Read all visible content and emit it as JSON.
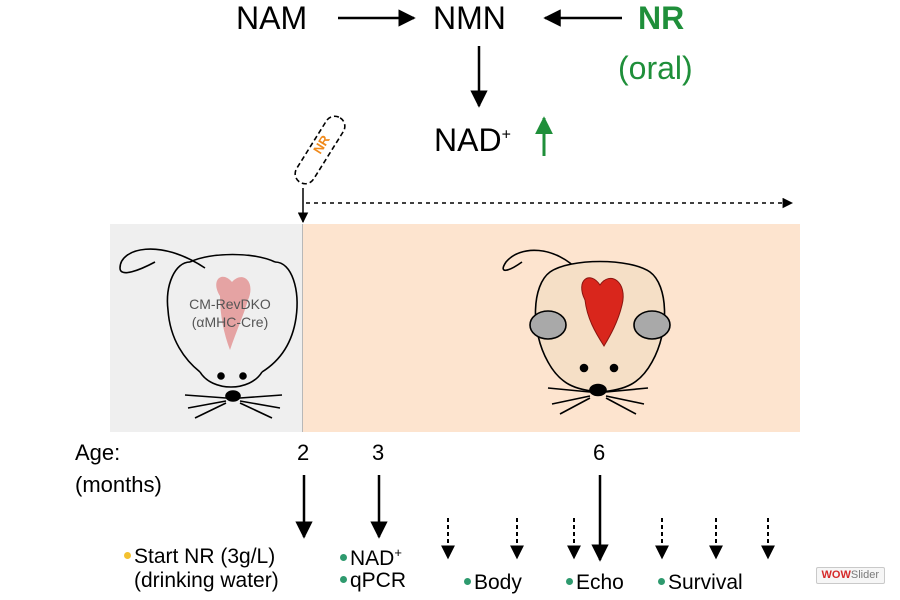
{
  "pathway": {
    "nam": "NAM",
    "nmn": "NMN",
    "nr": "NR",
    "oral": "(oral)",
    "nad": "NAD",
    "nad_sup": "+"
  },
  "capsule_label": "NR",
  "mouse_left": {
    "line1": "CM-RevDKO",
    "line2": "(αMHC-Cre)"
  },
  "age_label": {
    "line1": "Age:",
    "line2": "(months)"
  },
  "ticks": [
    "2",
    "3",
    "6"
  ],
  "legend": {
    "start_line1": "Start NR (3g/L)",
    "start_line2": "(drinking water)",
    "nad": "NAD",
    "nad_sup": "+",
    "qpcr": "qPCR",
    "body": "Body",
    "echo": "Echo",
    "survival": "Survival"
  },
  "watermark": {
    "brand_red": "WOW",
    "brand_rest": "Slider"
  },
  "colors": {
    "green": "#1f8f3a",
    "orange_capsule_text": "#f08a1c",
    "heart_red": "#d9261c",
    "heart_pink": "#e39a9a",
    "panel_gray": "#efefef",
    "panel_peach": "#fde4cf",
    "dot_yellow": "#f3c130",
    "dot_green": "#2e9a6e"
  }
}
